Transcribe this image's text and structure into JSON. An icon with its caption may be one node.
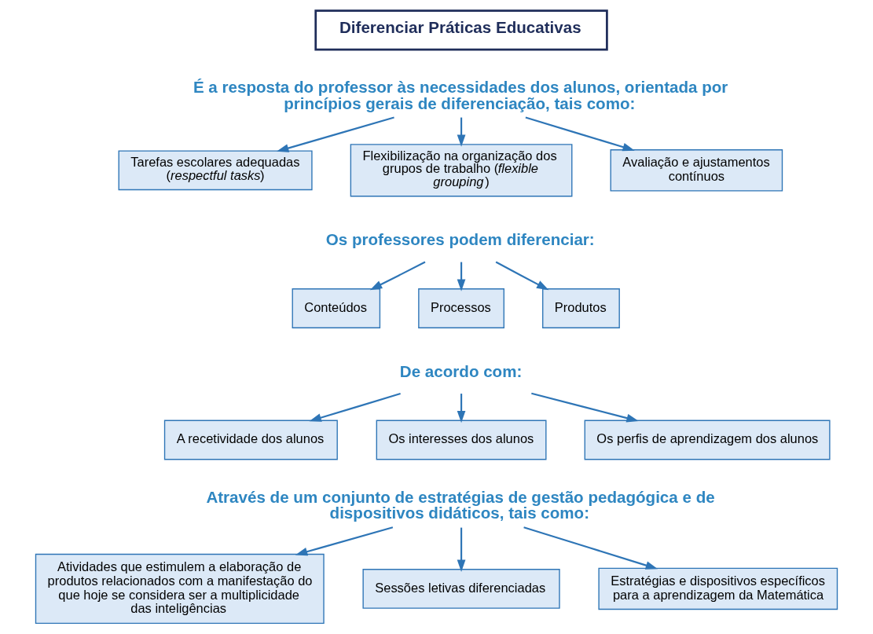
{
  "diagram": {
    "nodes": [
      {
        "text": [
          "Diferenciar Práticas Educativas"
        ]
      },
      {
        "text": [
          "É a resposta do professor às necessidades dos alunos, orientada por princípios gerais de diferenciação, tais como:"
        ]
      },
      {
        "text": [
          "Tarefas escolares adequadas (*respectful tasks*)"
        ]
      },
      {
        "text": [
          "Flexibilização na organização dos grupos de trabalho (*flexible grouping*)"
        ]
      },
      {
        "text": [
          "Avaliação e ajustamentos contínuos"
        ]
      },
      {
        "text": [
          "Os professores podem diferenciar:"
        ]
      },
      {
        "text": [
          "Conteúdos"
        ]
      },
      {
        "text": [
          "Processos"
        ]
      },
      {
        "text": [
          "Produtos"
        ]
      },
      {
        "text": [
          "De acordo com:"
        ]
      },
      {
        "text": [
          "A recetividade dos alunos"
        ]
      },
      {
        "text": [
          "Os interesses dos alunos"
        ]
      },
      {
        "text": [
          "Os perfis de aprendizagem dos alunos"
        ]
      },
      {
        "text": [
          "Através de um conjunto de estratégias de gestão pedagógica e de dispositivos didáticos, tais como:"
        ]
      },
      {
        "text": [
          "Atividades que estimulem a elaboração de produtos relacionados com a manifestação do que hoje se considera ser a multiplicidade das inteligências"
        ]
      },
      {
        "text": [
          "Sessões letivas diferenciadas"
        ]
      },
      {
        "text": [
          "Estratégias e dispositivos específicos para a aprendizagem da Matemática"
        ]
      }
    ],
    "edges": [
      {
        "from": 1,
        "to": 2,
        "arrow": "to"
      },
      {
        "from": 1,
        "to": 3,
        "arrow": "to"
      },
      {
        "from": 1,
        "to": 4,
        "arrow": "to"
      },
      {
        "from": 5,
        "to": 6,
        "arrow": "to"
      },
      {
        "from": 5,
        "to": 7,
        "arrow": "to"
      },
      {
        "from": 5,
        "to": 8,
        "arrow": "to"
      },
      {
        "from": 9,
        "to": 10,
        "arrow": "to"
      },
      {
        "from": 9,
        "to": 11,
        "arrow": "to"
      },
      {
        "from": 9,
        "to": 12,
        "arrow": "to"
      },
      {
        "from": 13,
        "to": 14,
        "arrow": "to"
      },
      {
        "from": 13,
        "to": 15,
        "arrow": "to"
      },
      {
        "from": 13,
        "to": 16,
        "arrow": "to"
      }
    ]
  }
}
